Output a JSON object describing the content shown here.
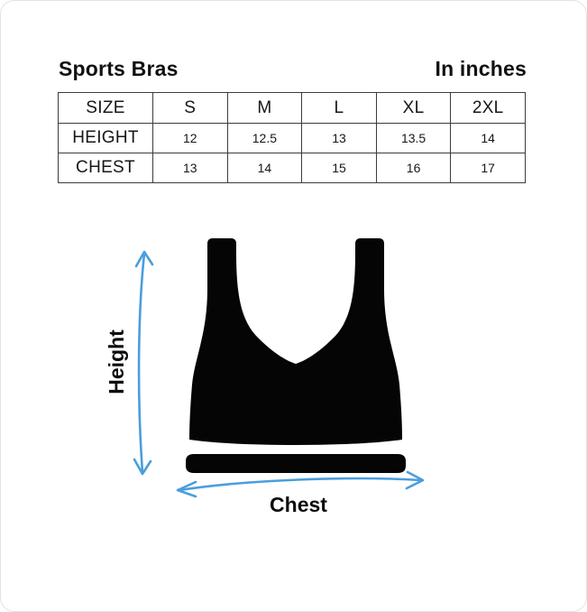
{
  "header": {
    "title": "Sports Bras",
    "units": "In inches"
  },
  "size_chart": {
    "rows": [
      [
        "SIZE",
        "S",
        "M",
        "L",
        "XL",
        "2XL"
      ],
      [
        "HEIGHT",
        "12",
        "12.5",
        "13",
        "13.5",
        "14"
      ],
      [
        "CHEST",
        "13",
        "14",
        "15",
        "16",
        "17"
      ]
    ]
  },
  "diagram": {
    "height_label": "Height",
    "chest_label": "Chest",
    "illustration": "sports-bra-silhouette"
  },
  "colors": {
    "accent_blue": "#4a9edd",
    "bra_black": "#050505",
    "table_border": "#3c3c3c",
    "text": "#111111"
  }
}
